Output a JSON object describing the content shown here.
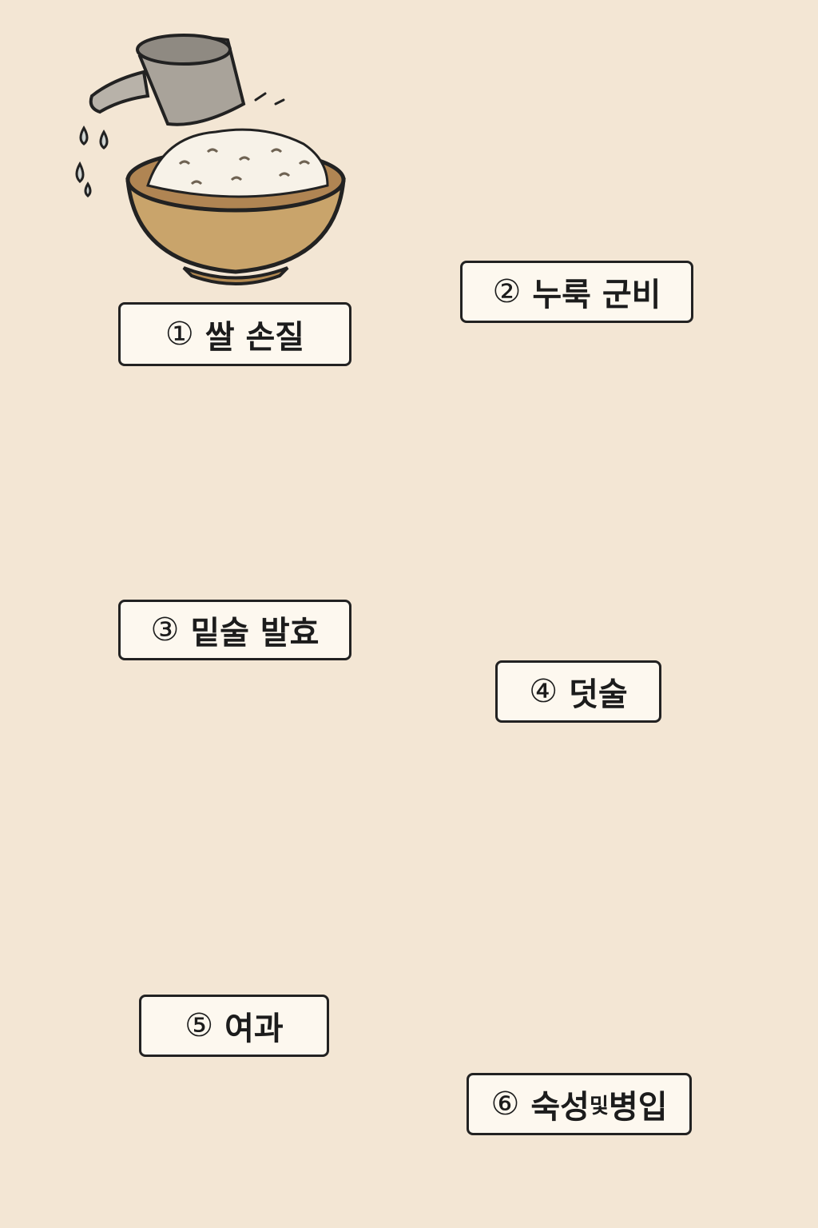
{
  "steps": [
    {
      "number": "①",
      "title": "쌀 손질"
    },
    {
      "number": "②",
      "title": "누룩 군비"
    },
    {
      "number": "③",
      "title": "밑술 발효"
    },
    {
      "number": "④",
      "title": "덧술"
    },
    {
      "number": "⑤",
      "title": "여과"
    },
    {
      "number": "⑥",
      "title_main": "숙성",
      "title_small": "및",
      "title_end": "병입"
    }
  ],
  "colors": {
    "background": "#f3e6d4",
    "outline": "#222222",
    "bowl": "#c9a46b",
    "jar": "#5a4030",
    "grain": "#e6d2a8",
    "cloth": "#efe1cb",
    "label_bg": "#fdf8ef"
  },
  "icons": [
    "measuring-cup-icon",
    "rice-bowl-icon",
    "nuruk-tray-icon",
    "grain-plate-icon",
    "fermentation-jar-icon",
    "strainer-bowl-icon",
    "arrow-down-icon"
  ]
}
